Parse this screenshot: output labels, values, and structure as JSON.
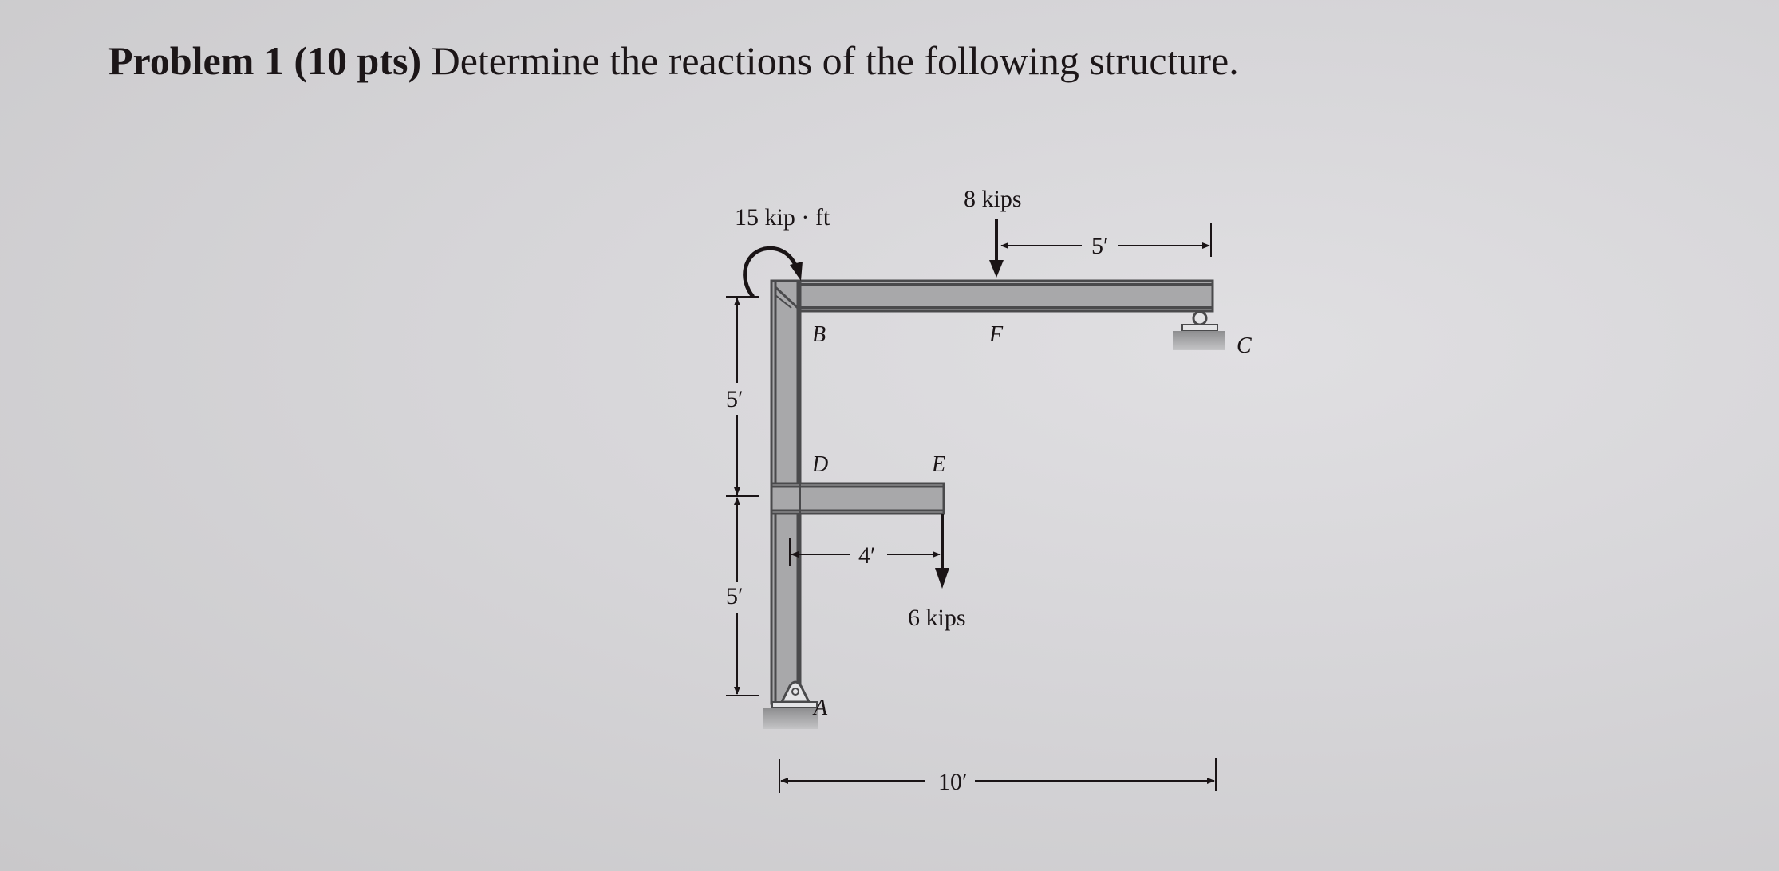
{
  "problem": {
    "heading": "Problem 1 (10 pts)",
    "prompt": "Determine the reactions of the following structure."
  },
  "diagram": {
    "loads": {
      "moment": {
        "label": "15 kip · ft",
        "value": 15,
        "unit": "kip·ft",
        "location": "B",
        "direction": "clockwise"
      },
      "force_F": {
        "label": "8 kips",
        "value": 8,
        "unit": "kips",
        "location": "F",
        "direction": "down"
      },
      "force_E": {
        "label": "6 kips",
        "value": 6,
        "unit": "kips",
        "location": "E",
        "direction": "down"
      }
    },
    "points": {
      "A": "A",
      "B": "B",
      "C": "C",
      "D": "D",
      "E": "E",
      "F": "F"
    },
    "supports": {
      "A": "pin",
      "C": "roller"
    },
    "dimensions": {
      "BD": "5′",
      "DA": "5′",
      "DE": "4′",
      "FC": "5′",
      "BC": "10′"
    },
    "colors": {
      "member_fill": "#a9a9ab",
      "member_edge": "#4a4a4c",
      "ink": "#1a1416",
      "background": "#d3d3d3"
    }
  }
}
